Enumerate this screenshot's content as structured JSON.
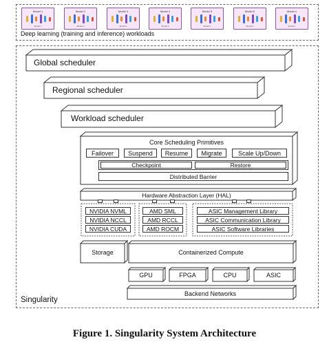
{
  "workloads": {
    "models": [
      {
        "label": "Model 1",
        "foot": "Model 1"
      },
      {
        "label": "Model 2",
        "foot": "Model 2"
      },
      {
        "label": "Model 3",
        "foot": "Model 3"
      },
      {
        "label": "Model 4",
        "foot": "Model 4"
      },
      {
        "label": "Model 5",
        "foot": "Model 5"
      },
      {
        "label": "Model 6",
        "foot": "Model 6"
      },
      {
        "label": "Model n",
        "foot": "Model n"
      }
    ],
    "caption": "Deep learning (training and inference) workloads"
  },
  "schedulers": {
    "global": "Global scheduler",
    "regional": "Regional scheduler",
    "workload": "Workload scheduler"
  },
  "primitives": {
    "title": "Core Scheduling Primitives",
    "row1": [
      "Failover",
      "Suspend",
      "Resume",
      "Migrate",
      "Scale Up/Down"
    ],
    "checkpoint": "Checkpoint",
    "restore": "Restore",
    "barrier": "Distributed Barrier"
  },
  "hal": "Hardware Abstraction Layer (HAL)",
  "libraries": {
    "nvidia": [
      "NVIDIA NVML",
      "NVIDIA NCCL",
      "NVIDIA CUDA"
    ],
    "amd": [
      "AMD SML",
      "AMD RCCL",
      "AMD ROCM"
    ],
    "asic": [
      "ASIC Management Library",
      "ASIC Communication Library",
      "ASIC Software Libraries"
    ]
  },
  "storage": "Storage",
  "compute": "Containerized Compute",
  "hardware": [
    "GPU",
    "FPGA",
    "CPU",
    "ASIC"
  ],
  "network": "Backend Networks",
  "system_label": "Singularity",
  "figure_caption": "Figure 1. Singularity System Architecture",
  "colors": {
    "model_border": "#8a55a8",
    "model_bg": "#f6e6f8",
    "line": "#333333",
    "shadow": "#dddddd"
  }
}
